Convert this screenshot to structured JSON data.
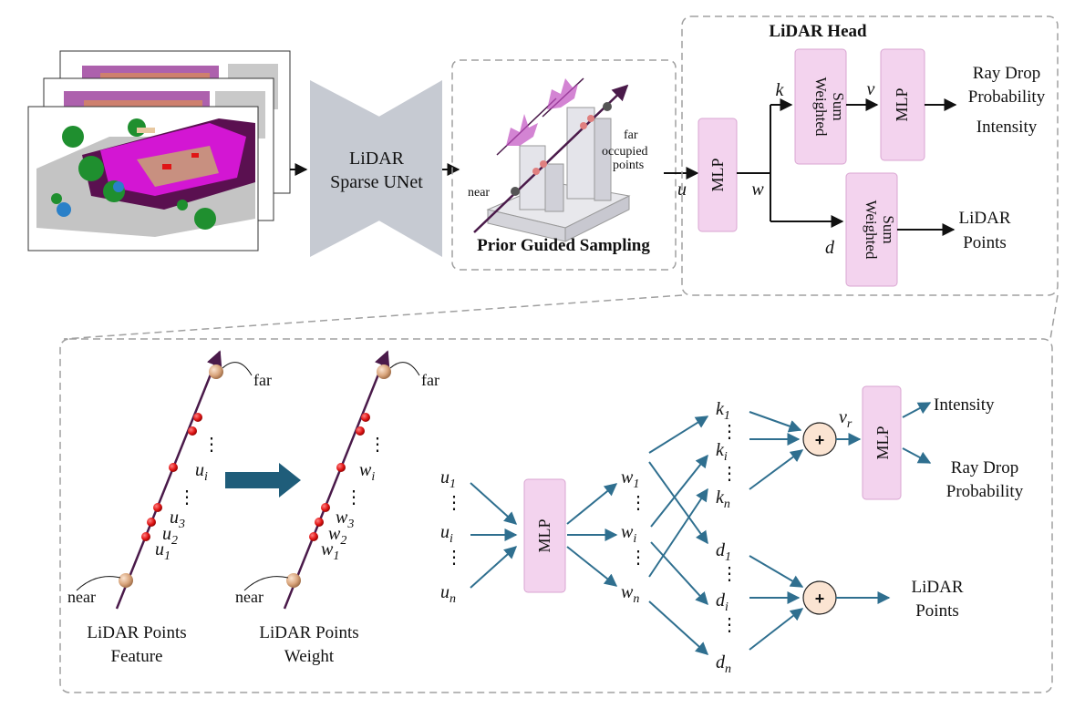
{
  "top": {
    "unet_line1": "LiDAR",
    "unet_line2": "Sparse UNet",
    "sampling_title": "Prior Guided Sampling",
    "sampling_far": "far",
    "sampling_occ1": "occupied",
    "sampling_occ2": "points",
    "sampling_near": "near",
    "head_title": "LiDAR Head",
    "mlp": "MLP",
    "ws1": "Weighted",
    "ws2": "Sum",
    "var_u": "u",
    "var_w": "w",
    "var_k": "k",
    "var_v": "v",
    "var_d": "d",
    "out1_l1": "Ray Drop",
    "out1_l2": "Probability",
    "out1_l3": "Intensity",
    "out2_l1": "LiDAR",
    "out2_l2": "Points"
  },
  "bottom": {
    "far": "far",
    "near": "near",
    "dots": "⋮",
    "u_i": "u",
    "u_sub_i": "i",
    "u_sub_1": "1",
    "u_sub_2": "2",
    "u_sub_3": "3",
    "w_sym": "w",
    "feature_l1": "LiDAR Points",
    "feature_l2": "Feature",
    "weight_l1": "LiDAR Points",
    "weight_l2": "Weight",
    "mlp": "MLP",
    "sub_n": "n",
    "k_sym": "k",
    "d_sym": "d",
    "v_sym": "v",
    "v_sub": "r",
    "plus": "+",
    "intensity": "Intensity",
    "raydrop_l1": "Ray Drop",
    "raydrop_l2": "Probability",
    "points_l1": "LiDAR",
    "points_l2": "Points"
  },
  "colors": {
    "pink": "#f3d3ee",
    "pink_border": "#d9a6d2",
    "arrow_blue": "#2f6f8f",
    "ray": "#4a1a4a",
    "red_point": "#e01515",
    "sphere": "#e2b08a",
    "unet_gray": "#c6cad2",
    "dash_gray": "#a0a0a0"
  }
}
